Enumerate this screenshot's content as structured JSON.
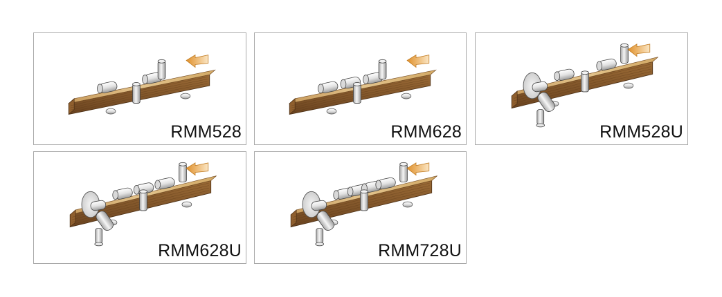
{
  "colors": {
    "panel_border": "#a9a9a9",
    "wood_top": "#d7b06e",
    "wood_side": "#8a5a2b",
    "arrow": "#e7a03c",
    "roller": "#e6e6e6"
  },
  "panels": [
    {
      "model": "RMM528",
      "saw": false,
      "top_rollers": 2,
      "vertical_rollers": 2
    },
    {
      "model": "RMM628",
      "saw": false,
      "top_rollers": 3,
      "vertical_rollers": 2
    },
    {
      "model": "RMM528U",
      "saw": true,
      "top_rollers": 2,
      "vertical_rollers": 2
    },
    {
      "model": "RMM628U",
      "saw": true,
      "top_rollers": 3,
      "vertical_rollers": 2
    },
    {
      "model": "RMM728U",
      "saw": true,
      "top_rollers": 4,
      "vertical_rollers": 2
    }
  ]
}
